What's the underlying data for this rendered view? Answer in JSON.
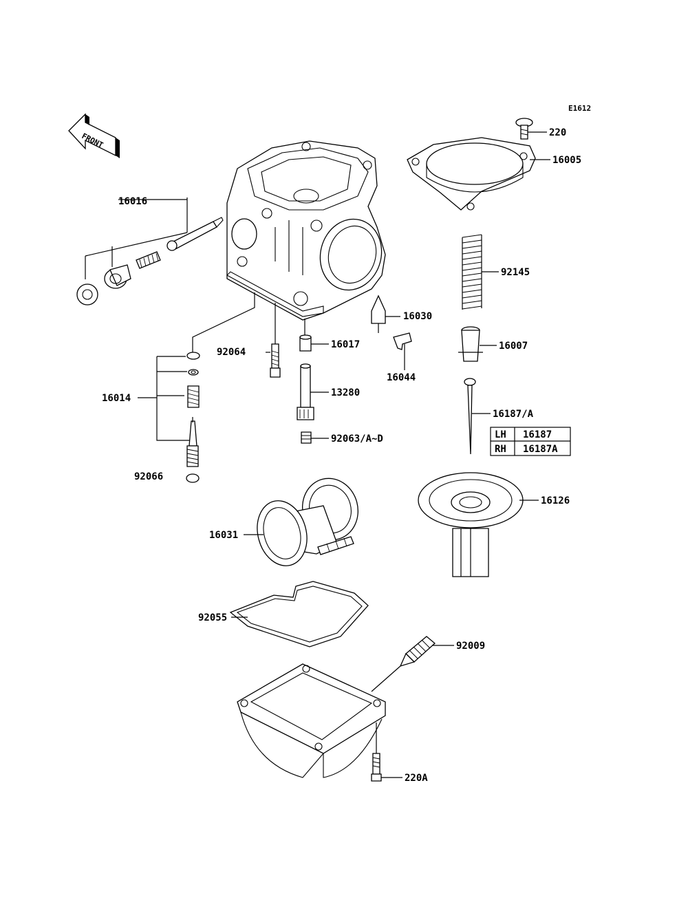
{
  "diagram_code": "E1612",
  "front_arrow_text": "FRONT",
  "labels": {
    "p220": "220",
    "p16005": "16005",
    "p16016": "16016",
    "p92145": "92145",
    "p16030": "16030",
    "p16017": "16017",
    "p92064": "92064",
    "p16007": "16007",
    "p16044": "16044",
    "p16014": "16014",
    "p13280": "13280",
    "p16187a": "16187/A",
    "p92063": "92063/A~D",
    "p92066": "92066",
    "p16126": "16126",
    "p16031": "16031",
    "p92055": "92055",
    "p92009": "92009",
    "p220a": "220A"
  },
  "variant_table": {
    "rows": [
      {
        "side": "LH",
        "part": "16187"
      },
      {
        "side": "RH",
        "part": "16187A"
      }
    ]
  }
}
